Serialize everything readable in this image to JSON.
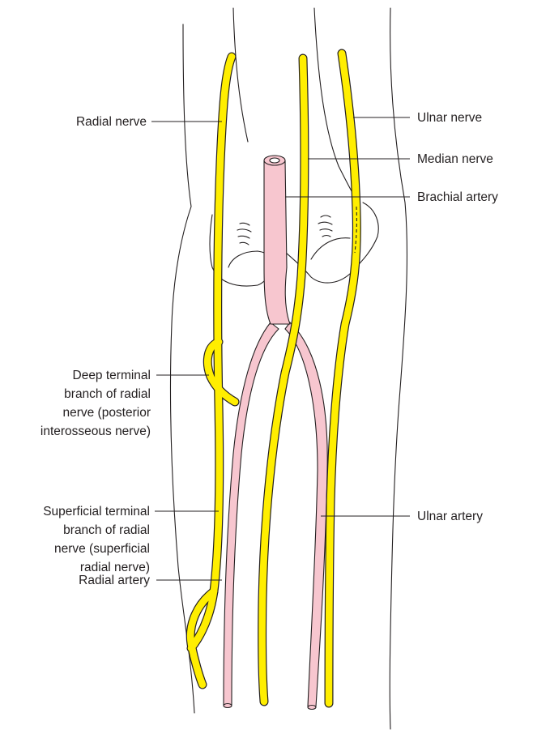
{
  "colors": {
    "nerve": "#ffee00",
    "artery": "#f7c6cf",
    "outline": "#231f20",
    "background": "#ffffff"
  },
  "labels": {
    "radial_nerve": "Radial nerve",
    "ulnar_nerve": "Ulnar nerve",
    "median_nerve": "Median nerve",
    "brachial_artery": "Brachial artery",
    "deep_branch": [
      "Deep terminal",
      "branch of radial",
      "nerve (posterior",
      "interosseous nerve)"
    ],
    "superficial_branch": [
      "Superficial terminal",
      "branch of radial",
      "nerve (superficial",
      "radial nerve)"
    ],
    "ulnar_artery": "Ulnar artery",
    "radial_artery": "Radial artery"
  }
}
